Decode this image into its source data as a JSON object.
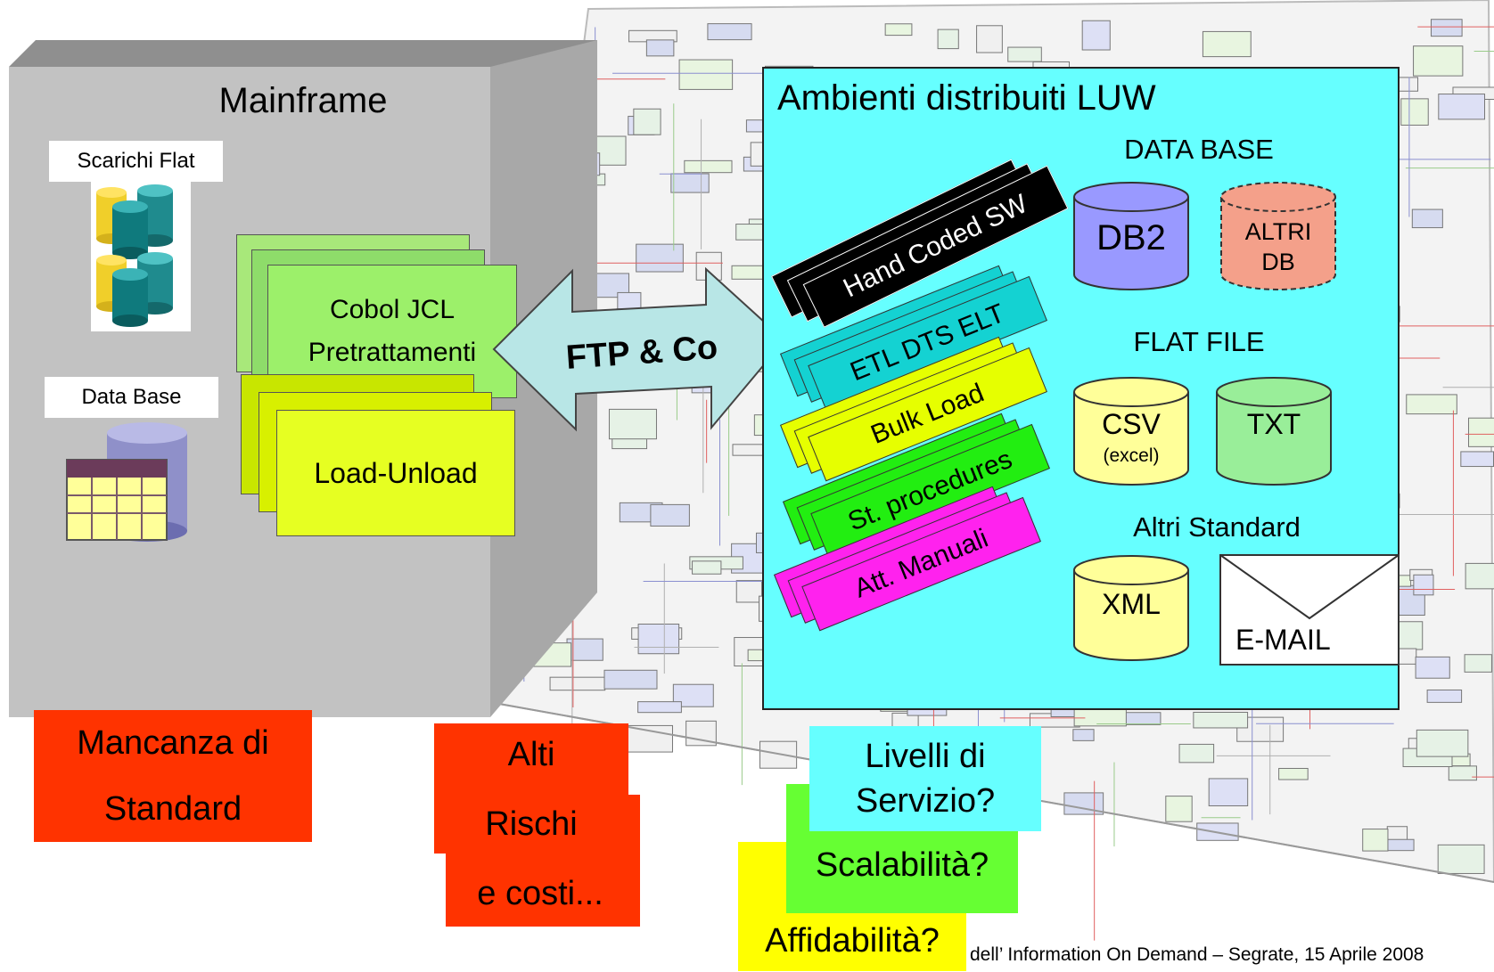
{
  "mainframe": {
    "title": "Mainframe",
    "scarichi_label": "Scarichi Flat",
    "database_label": "Data Base",
    "cobol_lines": [
      "Cobol JCL",
      "Pretrattamenti"
    ],
    "load_unload": "Load-Unload"
  },
  "transfer": {
    "arrow_label": "FTP & Co"
  },
  "luw": {
    "title": "Ambienti distribuiti LUW",
    "database_heading": "DATA BASE",
    "db2": "DB2",
    "altri_db": [
      "ALTRI",
      "DB"
    ],
    "flat_file_heading": "FLAT FILE",
    "csv": "CSV",
    "csv_sub": "(excel)",
    "txt": "TXT",
    "altri_standard_heading": "Altri Standard",
    "xml": "XML",
    "email": "E-MAIL"
  },
  "tools": [
    {
      "label": "Hand Coded SW",
      "color": "#000000",
      "text_color": "#ffffff"
    },
    {
      "label": "ETL DTS ELT",
      "color": "#14d2d2",
      "text_color": "#000000"
    },
    {
      "label": "Bulk Load",
      "color": "#e6ff00",
      "text_color": "#000000"
    },
    {
      "label": "St. procedures",
      "color": "#22ee11",
      "text_color": "#000000"
    },
    {
      "label": "Att. Manuali",
      "color": "#ff22ee",
      "text_color": "#000000"
    }
  ],
  "issues": {
    "mancanza": [
      "Mancanza di",
      "Standard"
    ],
    "alti": [
      "Alti",
      "Rischi",
      "e costi..."
    ],
    "livelli": [
      "Livelli di",
      "Servizio?"
    ],
    "scalabilita": "Scalabilità?",
    "affidabilita": "Affidabilità?"
  },
  "footer": "dell’ Information On Demand – Segrate, 15 Aprile 2008",
  "colors": {
    "mainframe_face": "#c2c2c2",
    "luw_panel": "#66ffff",
    "issue_red": "#ff3300",
    "issue_cyan": "#66ffff",
    "issue_green": "#66ff33",
    "issue_yellow": "#ffff00",
    "arrow": "#b8e6e6"
  }
}
